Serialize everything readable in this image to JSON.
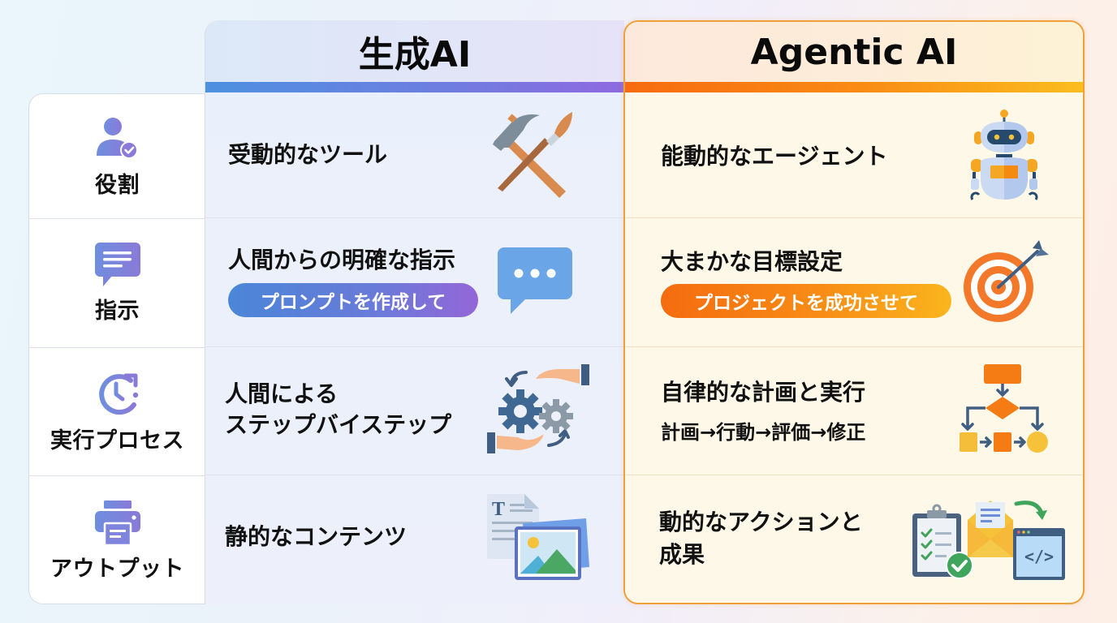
{
  "columns": {
    "generative": {
      "title": "生成AI",
      "accent_gradient": [
        "#4d90e0",
        "#8e6ae0"
      ]
    },
    "agentic": {
      "title": "Agentic AI",
      "accent_gradient": [
        "#f76b10",
        "#fbbd1e"
      ],
      "border_color": "#f0a03a"
    }
  },
  "rows": [
    {
      "label": "役割",
      "label_icon": "user-check-icon",
      "generative": {
        "text": "受動的なツール",
        "icon": "hammer-brush-icon"
      },
      "agentic": {
        "text": "能動的なエージェント",
        "icon": "robot-icon"
      }
    },
    {
      "label": "指示",
      "label_icon": "message-icon",
      "generative": {
        "text": "人間からの明確な指示",
        "pill": "プロンプトを作成して",
        "icon": "chat-bubble-icon"
      },
      "agentic": {
        "text": "大まかな目標設定",
        "pill": "プロジェクトを成功させて",
        "icon": "target-icon"
      }
    },
    {
      "label": "実行プロセス",
      "label_icon": "clock-refresh-icon",
      "generative": {
        "text_line1": "人間による",
        "text_line2": "ステップバイステップ",
        "icon": "hands-gears-icon"
      },
      "agentic": {
        "text": "自律的な計画と実行",
        "sub": "計画→行動→評価→修正",
        "icon": "flowchart-icon"
      }
    },
    {
      "label": "アウトプット",
      "label_icon": "printer-icon",
      "generative": {
        "text": "静的なコンテンツ",
        "icon": "document-image-icon"
      },
      "agentic": {
        "text_line1": "動的なアクションと",
        "text_line2": "成果",
        "icon": "checklist-email-code-icon"
      }
    }
  ],
  "icon_glyphs": {
    "code_symbol": "</>",
    "text_symbol": "T"
  }
}
